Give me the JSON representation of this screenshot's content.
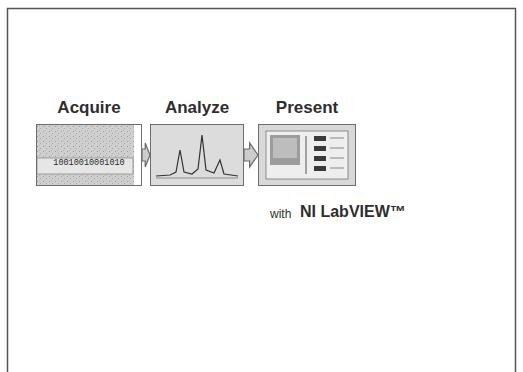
{
  "diagram": {
    "nodes": [
      {
        "text": [
          "Acquire",
          "10010010001010"
        ]
      },
      {
        "text": [
          "Analyze"
        ]
      },
      {
        "text": [
          "Present"
        ]
      }
    ],
    "edges": [
      {
        "from": 0,
        "to": 1,
        "arrow": "to"
      },
      {
        "from": 1,
        "to": 2,
        "arrow": "to"
      }
    ],
    "labels": [
      "with",
      "NI LabVIEW™"
    ]
  }
}
